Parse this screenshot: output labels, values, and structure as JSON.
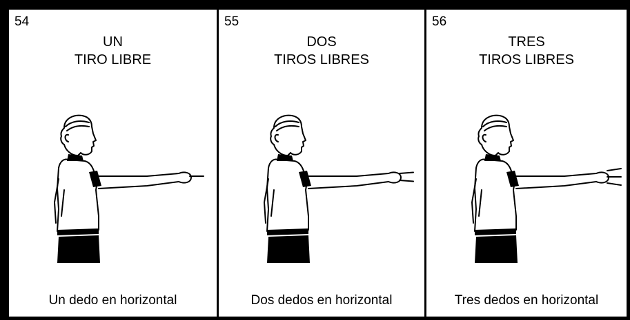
{
  "panels": [
    {
      "number": "54",
      "title_line1": "UN",
      "title_line2": "TIRO LIBRE",
      "caption": "Un dedo en horizontal",
      "fingers": 1
    },
    {
      "number": "55",
      "title_line1": "DOS",
      "title_line2": "TIROS LIBRES",
      "caption": "Dos dedos en horizontal",
      "fingers": 2
    },
    {
      "number": "56",
      "title_line1": "TRES",
      "title_line2": "TIROS LIBRES",
      "caption": "Tres dedos en horizontal",
      "fingers": 3
    }
  ]
}
